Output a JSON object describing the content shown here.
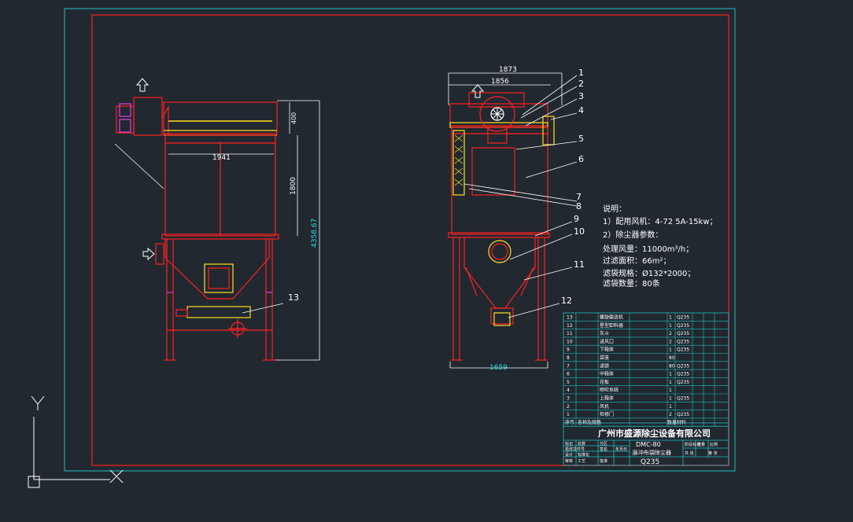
{
  "dimensions": {
    "left_width": "1941",
    "left_height_total": "4358.67",
    "left_height_1800": "1800",
    "left_height_400": "400",
    "right_outer_width": "1873",
    "right_inner_width": "1856",
    "right_bottom_width": "1659"
  },
  "balloons": [
    "1",
    "2",
    "3",
    "4",
    "5",
    "6",
    "7",
    "8",
    "9",
    "10",
    "11",
    "12",
    "13"
  ],
  "notes": {
    "heading": "说明：",
    "fan": "1）配用风机：4-72    5A-15kw；",
    "params_title": "2）除尘器参数：",
    "airflow": "处理风量：11000m³/h；",
    "filter_area": "过滤面积：66m²；",
    "bag_spec": "滤袋规格：Ø132*2000；",
    "bag_count": "滤袋数量：80条"
  },
  "bom": {
    "rows": [
      {
        "no": "13",
        "name": "螺旋输送机",
        "qty": "1",
        "material": "Q235"
      },
      {
        "no": "12",
        "name": "星型卸料器",
        "qty": "1",
        "material": "Q235"
      },
      {
        "no": "11",
        "name": "灰斗",
        "qty": "2",
        "material": "Q235"
      },
      {
        "no": "10",
        "name": "进风口",
        "qty": "2",
        "material": "Q235"
      },
      {
        "no": "9",
        "name": "下箱体",
        "qty": "1",
        "material": "Q235"
      },
      {
        "no": "8",
        "name": "袋笼",
        "qty": "80",
        "material": ""
      },
      {
        "no": "7",
        "name": "滤袋",
        "qty": "80",
        "material": "Q235"
      },
      {
        "no": "6",
        "name": "中箱体",
        "qty": "1",
        "material": "Q235"
      },
      {
        "no": "5",
        "name": "花板",
        "qty": "1",
        "material": "Q235"
      },
      {
        "no": "4",
        "name": "喷吹系统",
        "qty": "1",
        "material": ""
      },
      {
        "no": "3",
        "name": "上箱体",
        "qty": "1",
        "material": "Q235"
      },
      {
        "no": "2",
        "name": "风机",
        "qty": "1",
        "material": ""
      },
      {
        "no": "1",
        "name": "检修门",
        "qty": "2",
        "material": "Q235"
      }
    ],
    "header": {
      "no": "序号",
      "name": "名称及规格",
      "qty": "数量",
      "material": "材料"
    }
  },
  "title_block": {
    "company": "广州市盛源除尘设备有限公司",
    "model": "DMC-80",
    "drawing_name": "脉冲布袋除尘器",
    "material": "Q235",
    "small_labels": [
      "标记",
      "处数",
      "分区",
      "更改文件号",
      "签名",
      "年月日",
      "设计",
      "标准化",
      "审核",
      "工艺",
      "批准",
      "阶段标记",
      "重量",
      "比例",
      "共 张",
      "第 张"
    ]
  },
  "ucs": {
    "y_label": "Y",
    "x_label": "X"
  },
  "colors": {
    "background": "#212830",
    "frame": "#1fc0c0",
    "border": "#e02020",
    "drawing": "#ff2020",
    "dimension": "#ffffff",
    "label_text": "#ffffff",
    "yellow": "#ffe020",
    "cyan": "#20e0e0",
    "magenta": "#e040e0"
  }
}
